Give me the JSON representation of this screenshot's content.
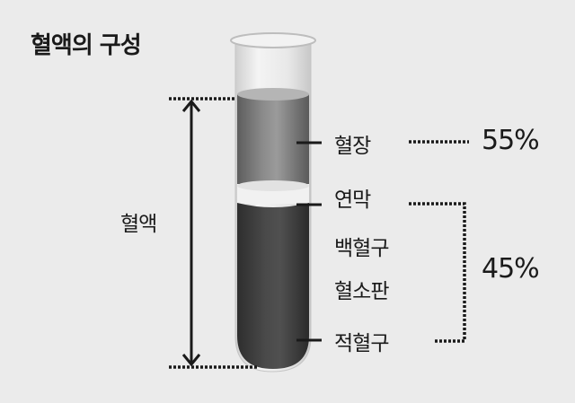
{
  "title": "혈액의 구성",
  "blood_label": "혈액",
  "components": {
    "plasma": "혈장",
    "buffy_coat": "연막",
    "white_blood_cells": "백혈구",
    "platelets": "혈소판",
    "red_blood_cells": "적혈구"
  },
  "percentages": {
    "plasma": "55%",
    "cells": "45%"
  }
}
